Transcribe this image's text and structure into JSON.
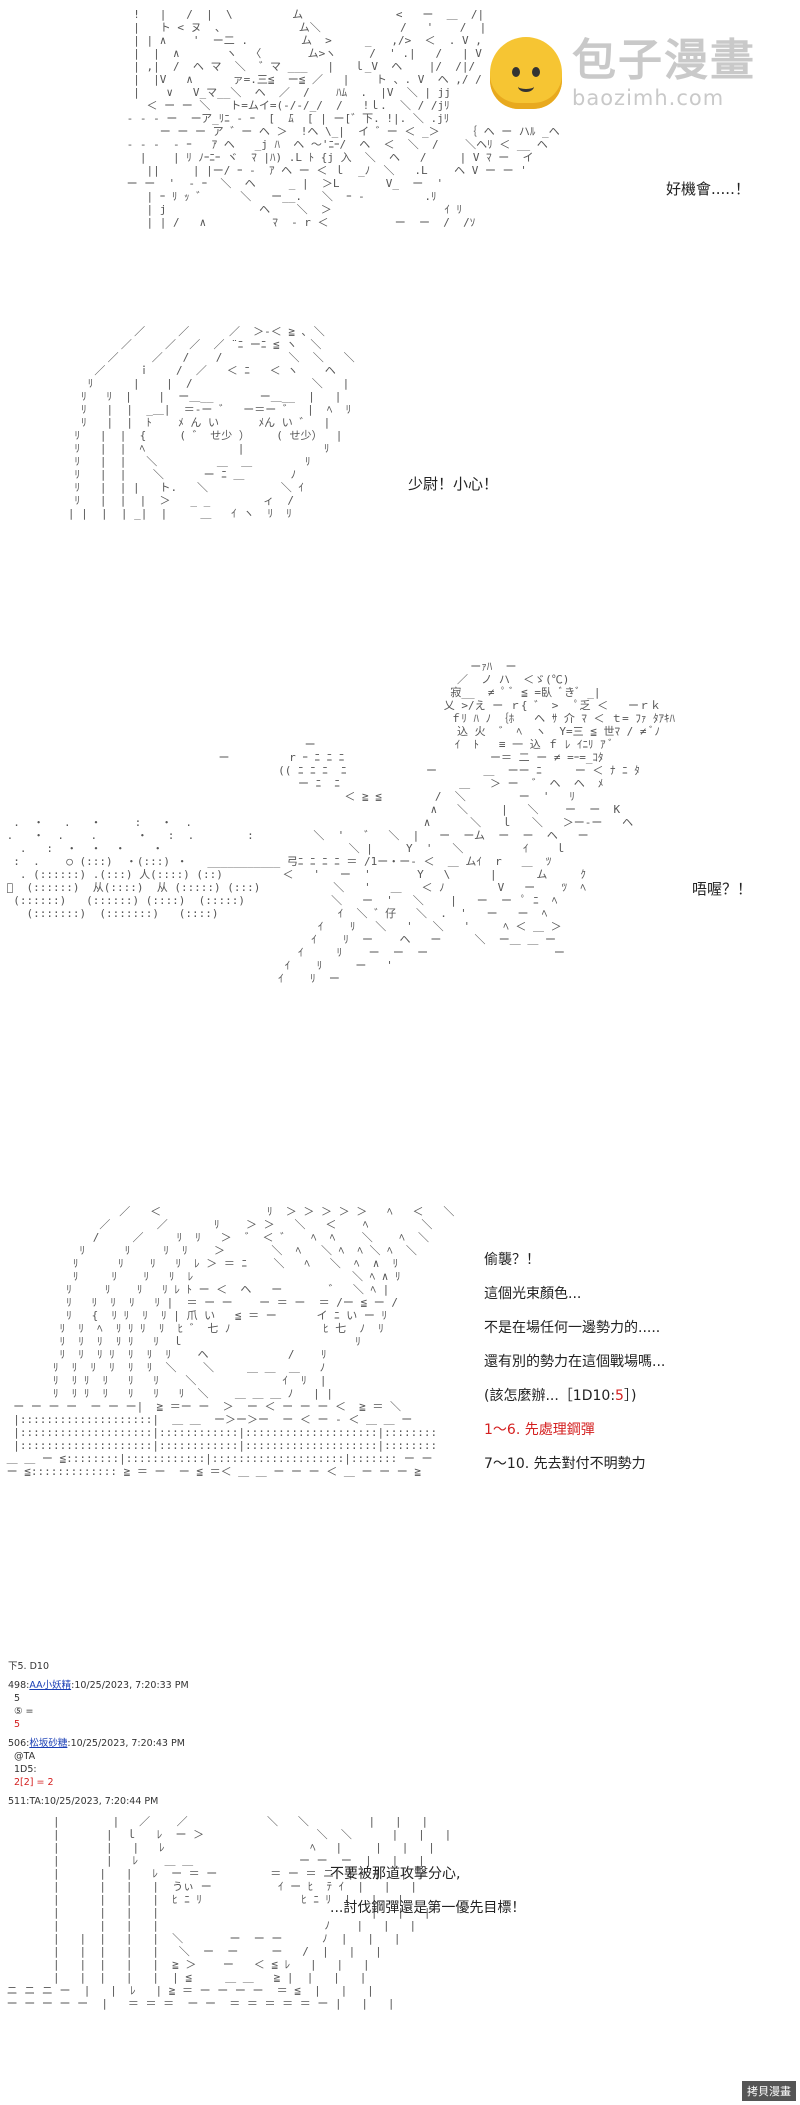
{
  "watermark": {
    "title": "包子漫畫",
    "url": "baozimh.com"
  },
  "panel1": {
    "speech": "好機會.....！"
  },
  "panel2": {
    "speech": "少尉！小心！"
  },
  "panel3": {
    "speech": "唔喔？！"
  },
  "panel4": {
    "lines": [
      "偷襲？！",
      "這個光束顏色...",
      "不是在場任何一邊勢力的.....",
      "還有別的勢力在這個戰場嗎..."
    ],
    "dice_prefix": "(該怎麼辦...［1D10:",
    "dice_value": "5",
    "dice_suffix": "］)",
    "option1": "1～6. 先處理鋼彈",
    "option2": "7～10. 先去對付不明勢力"
  },
  "log": {
    "header": "下5. D10",
    "entries": [
      {
        "no": "498:",
        "name": "AA小妖精",
        "time": "10/25/2023, 7:20:33 PM",
        "lines": [
          "5",
          "⑤ =",
          "5"
        ],
        "red_index": 2
      },
      {
        "no": "506:",
        "name": "松坂砂糖",
        "time": "10/25/2023, 7:20:43 PM",
        "lines": [
          "@TA",
          "1D5:",
          "2[2] = 2"
        ],
        "red_index": 2
      },
      {
        "no": "511:",
        "name": "TA",
        "time": "10/25/2023, 7:20:44 PM",
        "lines": [],
        "red_index": -1
      }
    ]
  },
  "panel5": {
    "lines": [
      "不要被那道攻擊分心,",
      "...討伐鋼彈還是第一優先目標！"
    ]
  },
  "footer": {
    "watermark": "拷貝漫畫"
  }
}
